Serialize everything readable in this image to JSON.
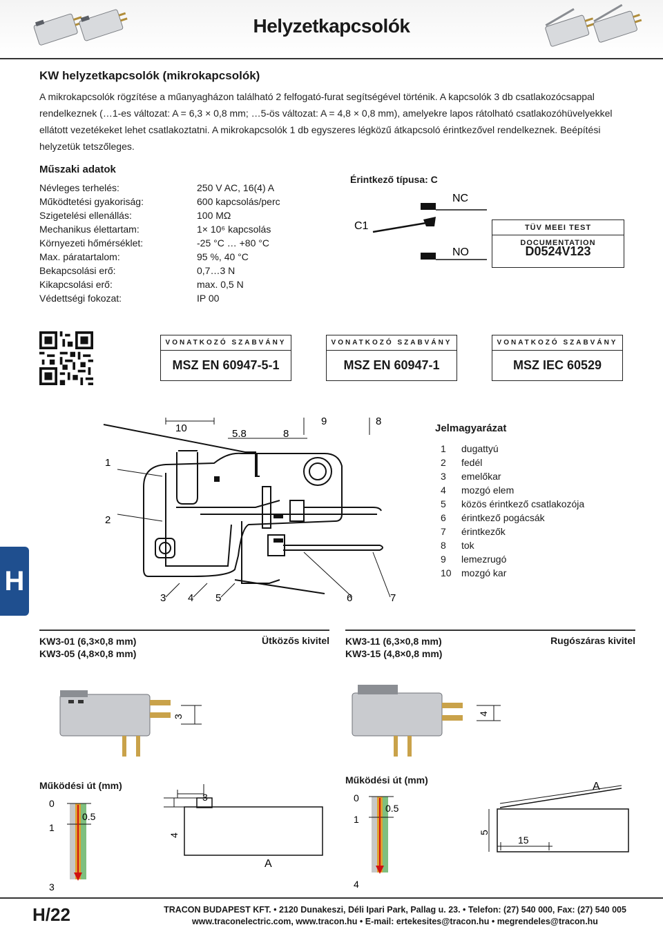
{
  "header": {
    "title": "Helyzetkapcsolók"
  },
  "intro": {
    "heading": "KW helyzetkapcsolók (mikrokapcsolók)",
    "text": "A mikrokapcsolók rögzítése a műanyagházon található 2 felfogató-furat segítségével történik. A kapcsolók 3 db csatlakozócsappal rendelkeznek (…1-es változat: A = 6,3 × 0,8 mm; …5-ös változat: A = 4,8 × 0,8 mm), amelyekre lapos rátolható csatlakozóhüvelyekkel ellátott vezetékeket lehet csatlakoztatni. A mikrokapcsolók 1 db egyszeres légközű átkapcsoló érintkezővel rendelkeznek. Beépítési helyzetük tetszőleges."
  },
  "specs": {
    "heading": "Műszaki adatok",
    "rows": [
      {
        "label": "Névleges terhelés:",
        "value": "250 V AC, 16(4) A"
      },
      {
        "label": "Működtetési gyakoriság:",
        "value": "600 kapcsolás/perc"
      },
      {
        "label": "Szigetelési ellenállás:",
        "value": "100 MΩ"
      },
      {
        "label": "Mechanikus élettartam:",
        "value": "1× 10⁶ kapcsolás"
      },
      {
        "label": "Környezeti hőmérséklet:",
        "value": "-25 °C … +80 °C"
      },
      {
        "label": "Max. páratartalom:",
        "value": "95 %, 40 °C"
      },
      {
        "label": "Bekapcsolási erő:",
        "value": "0,7…3 N"
      },
      {
        "label": "Kikapcsolási erő:",
        "value": "max. 0,5 N"
      },
      {
        "label": "Védettségi fokozat:",
        "value": "IP 00"
      }
    ]
  },
  "contact": {
    "title": "Érintkező típusa: C",
    "nc": "NC",
    "no": "NO",
    "c1": "C1"
  },
  "tuv": {
    "heading": "TÜV MEEI TEST DOCUMENTATION",
    "code": "D0524V123"
  },
  "standards": {
    "label": "VONATKOZÓ SZABVÁNY",
    "codes": [
      "MSZ EN 60947-5-1",
      "MSZ EN 60947-1",
      "MSZ IEC 60529"
    ]
  },
  "drawing": {
    "dims": {
      "d10": "10",
      "d58": "5.8",
      "d8a": "8",
      "d9": "9",
      "d8b": "8"
    },
    "callouts": {
      "c1": "1",
      "c2": "2",
      "c3": "3",
      "c4": "4",
      "c5": "5",
      "c6": "6",
      "c7": "7"
    }
  },
  "legend": {
    "title": "Jelmagyarázat",
    "items": [
      {
        "n": "1",
        "label": "dugattyú"
      },
      {
        "n": "2",
        "label": "fedél"
      },
      {
        "n": "3",
        "label": "emelőkar"
      },
      {
        "n": "4",
        "label": "mozgó elem"
      },
      {
        "n": "5",
        "label": "közös érintkező csatlakozója"
      },
      {
        "n": "6",
        "label": "érintkező pogácsák"
      },
      {
        "n": "7",
        "label": "érintkezők"
      },
      {
        "n": "8",
        "label": "tok"
      },
      {
        "n": "9",
        "label": "lemezrugó"
      },
      {
        "n": "10",
        "label": "mozgó kar"
      }
    ]
  },
  "side_tab": {
    "letter": "H"
  },
  "panels": {
    "left": {
      "code1": "KW3-01 (6,3×0,8 mm)",
      "code2": "KW3-05 (4,8×0,8 mm)",
      "kind": "Ütközős kivitel",
      "dim3": "3",
      "travel_title": "Működési út (mm)",
      "t0": "0",
      "t1": "1",
      "t05": "0.5",
      "t3": "3",
      "dimA": "A",
      "dim4": "4",
      "dim3b": "3"
    },
    "right": {
      "code1": "KW3-11 (6,3×0,8 mm)",
      "code2": "KW3-15 (4,8×0,8 mm)",
      "kind": "Rugószáras kivitel",
      "dim4": "4",
      "travel_title": "Működési út (mm)",
      "t0": "0",
      "t1": "1",
      "t05": "0.5",
      "t4": "4",
      "dimA": "A",
      "dim5": "5",
      "dim15": "15"
    }
  },
  "footer": {
    "page": "H/22",
    "line1": "TRACON BUDAPEST KFT. • 2120 Dunakeszi, Déli Ipari Park, Pallag u. 23. • Telefon: (27) 540 000, Fax: (27) 540 005",
    "line2": "www.traconelectric.com, www.tracon.hu • E-mail: ertekesites@tracon.hu • megrendeles@tracon.hu"
  }
}
